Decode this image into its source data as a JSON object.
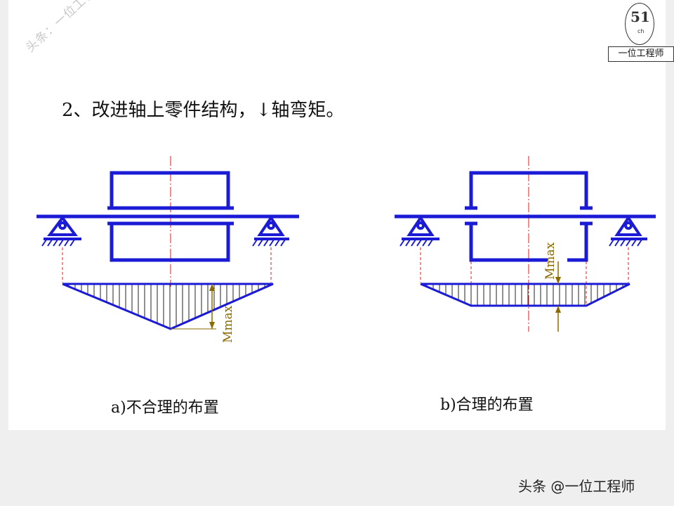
{
  "watermark": {
    "text": "头条：一位工程师"
  },
  "logo": {
    "mark": "51",
    "caption": "一位工程师",
    "tiny": "ch"
  },
  "heading": {
    "text": "2、改进轴上零件结构，↓轴弯矩。"
  },
  "diagram_a": {
    "caption": "a)不合理的布置",
    "moment_label": "Mmax"
  },
  "diagram_b": {
    "caption": "b)合理的布置",
    "moment_label": "Mmax"
  },
  "footer": {
    "text": "头条 @一位工程师"
  },
  "colors": {
    "structure": "#1b1bd6",
    "centerline": "#d42020",
    "dimension": "#8a6a00",
    "hatch": "#222222"
  }
}
